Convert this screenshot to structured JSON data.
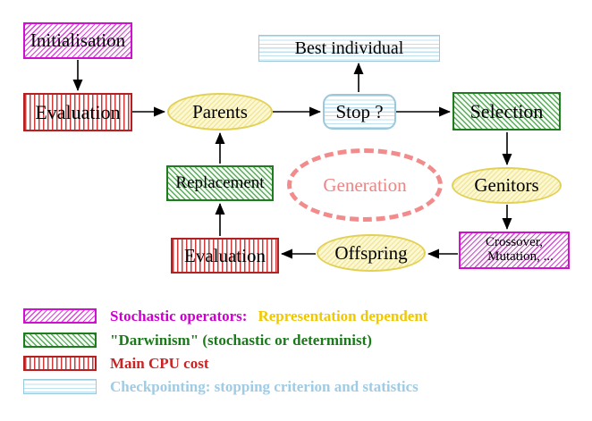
{
  "nodes": {
    "initialisation": "Initialisation",
    "evaluation_top": "Evaluation",
    "parents": "Parents",
    "best_individual": "Best individual",
    "stop": "Stop ?",
    "selection": "Selection",
    "replacement": "Replacement",
    "generation": "Generation",
    "genitors": "Genitors",
    "crossover_line1": "Crossover,",
    "crossover_line2": "Mutation, ...",
    "offspring": "Offspring",
    "evaluation_bottom": "Evaluation"
  },
  "legend": {
    "stochastic_label": "Stochastic operators:",
    "representation_label": "Representation dependent",
    "darwinism_label": "\"Darwinism\" (stochastic or determinist)",
    "cpu_label": "Main CPU cost",
    "checkpointing_label": "Checkpointing: stopping criterion and statistics"
  },
  "colors": {
    "magenta": "#cc00cc",
    "green": "#1e7b1e",
    "red": "#cc2222",
    "cyan_border": "#9cc8dc",
    "cyan_text": "#9fcbe4",
    "gold": "#f0c800",
    "salmon": "#f08080",
    "yellow_node_border": "#e2d155",
    "yellow_node_fill": "#fcf8d4"
  }
}
